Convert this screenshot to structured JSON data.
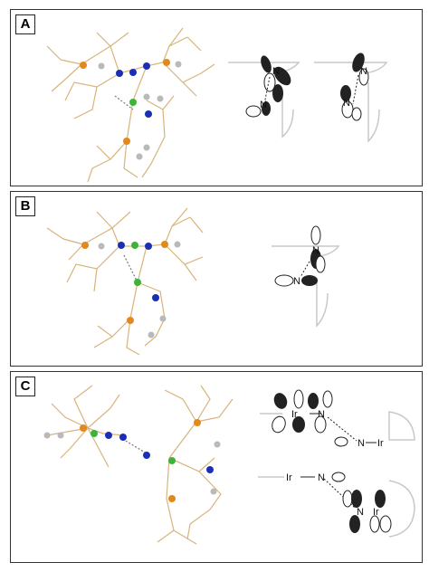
{
  "panels": [
    {
      "label": "A"
    },
    {
      "label": "B"
    },
    {
      "label": "C"
    }
  ],
  "atoms": {
    "nitrogen": "N",
    "iridium": "Ir"
  },
  "colors": {
    "bond": "#d8b47a",
    "phosphorus": "#e2891d",
    "nitrogen": "#1a2fb5",
    "iridium": "#3ab53a",
    "carbon": "#b9b9b9",
    "frame": "#333333",
    "ring": "#c8c8c8",
    "lobe": "#222222"
  }
}
